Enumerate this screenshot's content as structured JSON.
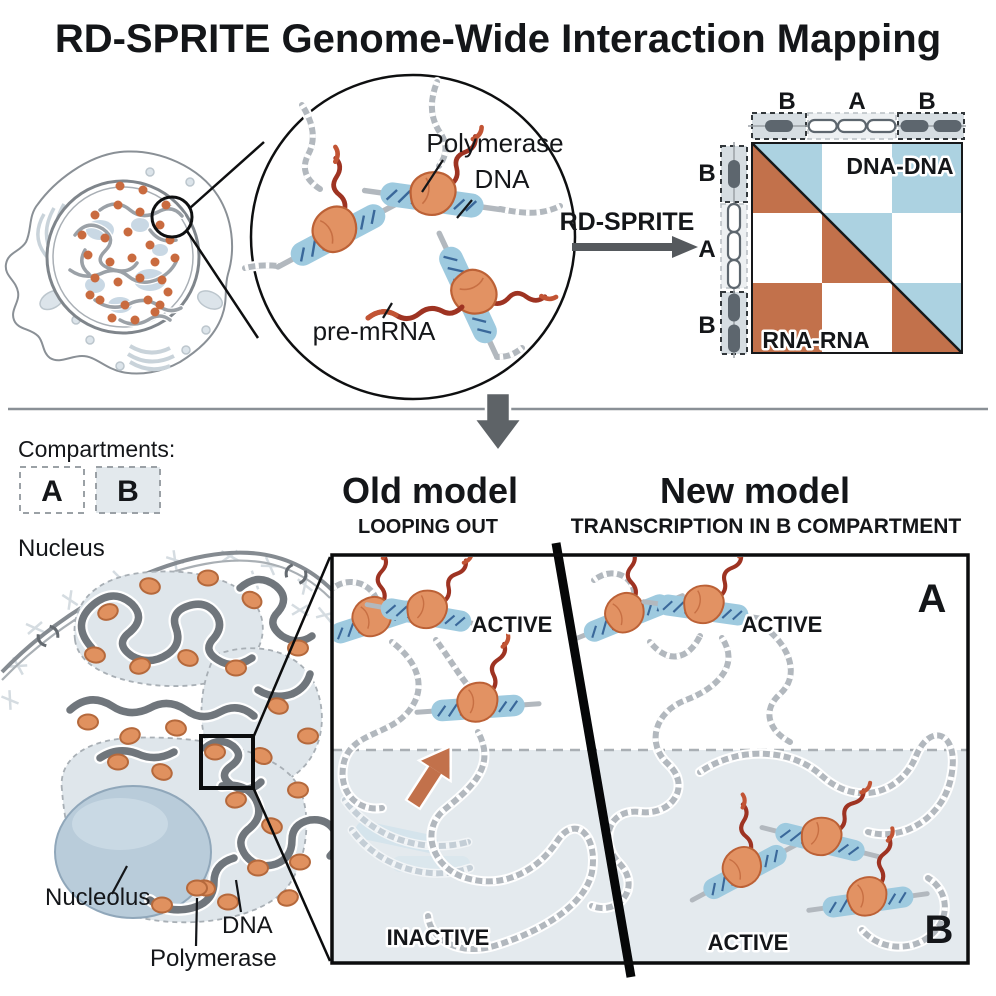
{
  "title": "RD-SPRITE Genome-Wide Interaction Mapping",
  "inset": {
    "polymerase_label": "Polymerase",
    "dna_label": "DNA",
    "pre_mrna_label": "pre-mRNA"
  },
  "method": {
    "arrow_label": "RD-SPRITE"
  },
  "matrix": {
    "col_labels": [
      "B",
      "A",
      "B"
    ],
    "row_labels": [
      "B",
      "A",
      "B"
    ],
    "upper_triangle_label": "DNA-DNA",
    "lower_triangle_label": "RNA-RNA",
    "cells": [
      [
        "split",
        "white",
        "blue"
      ],
      [
        "white",
        "split",
        "white"
      ],
      [
        "orange",
        "white",
        "split"
      ]
    ],
    "colors": {
      "dna_dna_blue": "#ACD2E1",
      "rna_rna_orange": "#C2714B"
    },
    "tracks": [
      {
        "label": "B",
        "pills": 1,
        "style": "filled"
      },
      {
        "label": "A",
        "pills": 3,
        "style": "outline"
      },
      {
        "label": "B",
        "pills": 2,
        "style": "filled"
      }
    ]
  },
  "legend": {
    "title": "Compartments:",
    "a_label": "A",
    "b_label": "B"
  },
  "nucleus_figure": {
    "nucleus_label": "Nucleus",
    "nucleolus_label": "Nucleolus",
    "dna_label": "DNA",
    "polymerase_label": "Polymerase"
  },
  "old_model": {
    "title": "Old model",
    "subtitle": "LOOPING OUT",
    "active_label": "ACTIVE",
    "inactive_label": "INACTIVE",
    "title_color": "#7E929E"
  },
  "new_model": {
    "title": "New model",
    "subtitle": "TRANSCRIPTION IN B COMPARTMENT",
    "active_top_label": "ACTIVE",
    "active_bottom_label": "ACTIVE",
    "compartment_a_label": "A",
    "compartment_b_label": "B",
    "title_color": "#C2663A"
  }
}
